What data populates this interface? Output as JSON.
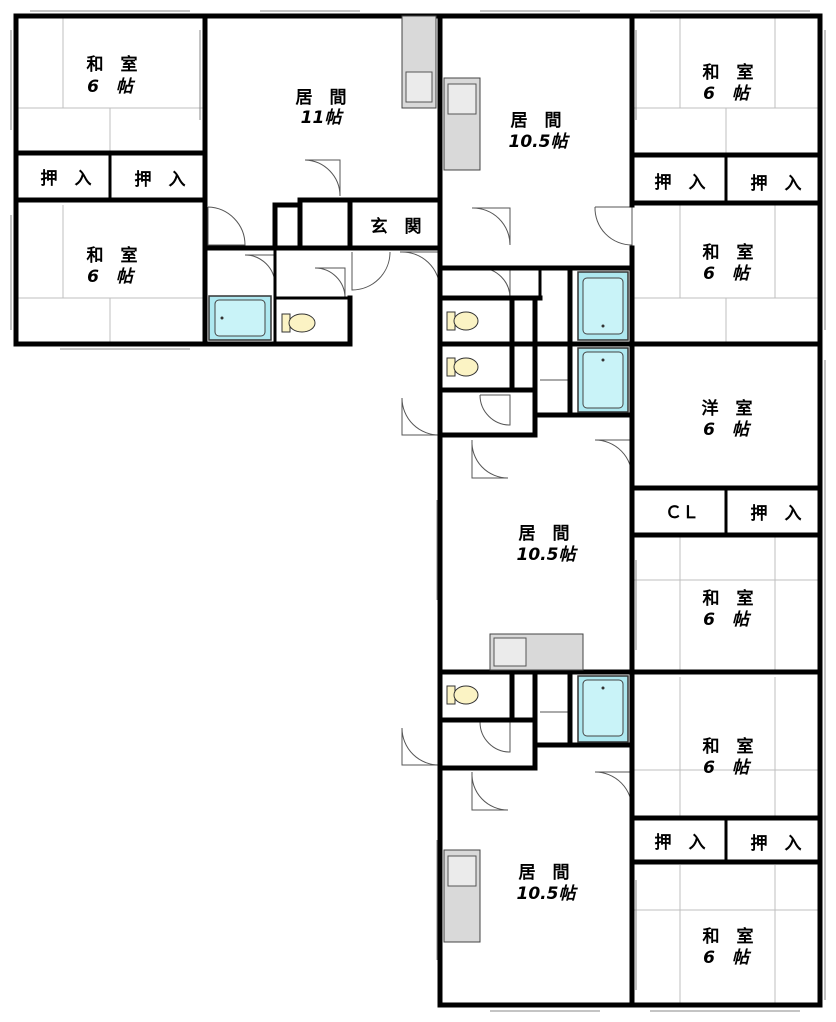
{
  "labels": {
    "washitsu": "和　室",
    "ima": "居　間",
    "oshiire": "押　入",
    "genkan": "玄　関",
    "yoshitsu": "洋　室",
    "closet": "ＣＬ",
    "six_jo": "6　帖",
    "eleven_jo": "11帖",
    "ten_half_jo": "10.5帖"
  }
}
